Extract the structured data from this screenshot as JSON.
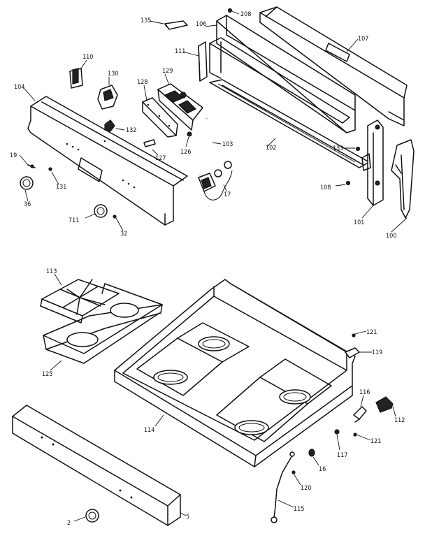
{
  "labels": {
    "p135": "135",
    "p208": "208",
    "p106": "106",
    "p107": "107",
    "p111": "111",
    "p110": "110",
    "p130": "130",
    "p129": "129",
    "p128": "128",
    "p104": "104",
    "p132": "132",
    "p103": "103",
    "p102": "102",
    "p133": "133",
    "p127": "127",
    "p126": "126",
    "p19": "19",
    "p131": "131",
    "p17": "17",
    "p108": "108",
    "p36": "36",
    "p711": "711",
    "p32": "32",
    "p101": "101",
    "p100": "100",
    "p113": "113",
    "p121a": "121",
    "p119": "119",
    "p125": "125",
    "p116": "116",
    "p112": "112",
    "p114": "114",
    "p121b": "121",
    "p117": "117",
    "p16": "16",
    "p120": "120",
    "p5": "5",
    "p2": "2",
    "p115": "115"
  }
}
